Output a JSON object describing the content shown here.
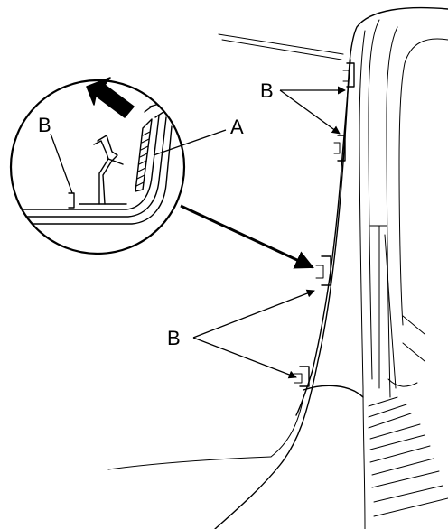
{
  "labels": {
    "part_a": "A",
    "clip_b_inset": "B",
    "clip_b_upper": "B",
    "clip_b_lower": "B"
  },
  "icons": {
    "direction_arrow": "bold-arrow-up-left-icon",
    "detail_arrow": "arrow-to-detail-icon"
  },
  "colors": {
    "line": "#000000",
    "background": "#ffffff"
  }
}
